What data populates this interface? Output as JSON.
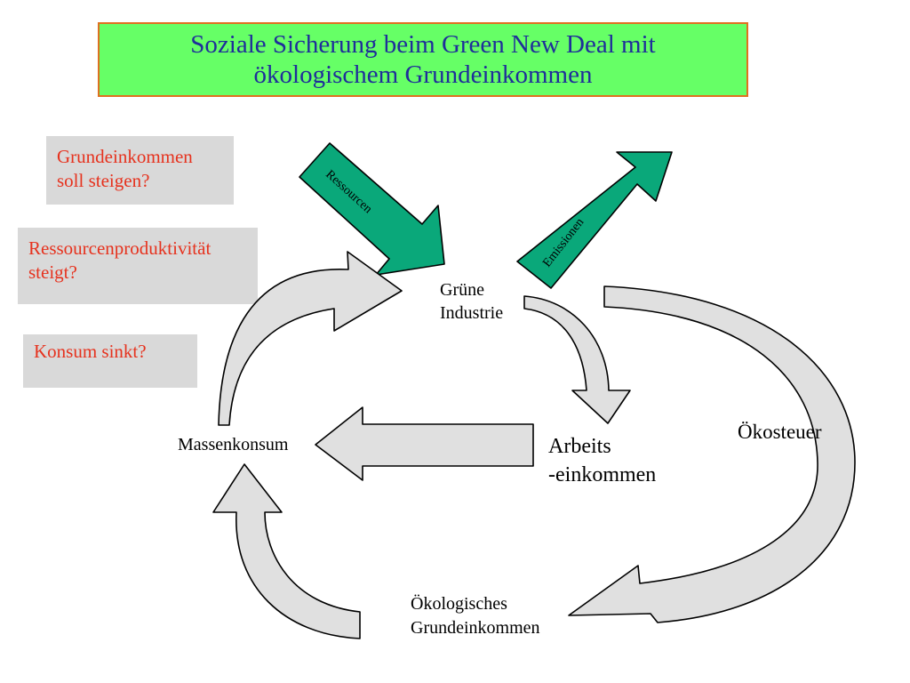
{
  "title": {
    "line1": "Soziale Sicherung beim Green New Deal mit",
    "line2": "ökologischem Grundeinkommen"
  },
  "questions": [
    {
      "line1": "Grundeinkommen",
      "line2": "soll steigen?"
    },
    {
      "line1": "Ressourcenproduktivität",
      "line2": "steigt?"
    },
    {
      "line1": "Konsum sinkt?"
    }
  ],
  "nodes": {
    "gruene_industrie": {
      "line1": "Grüne",
      "line2": "Industrie"
    },
    "massenkonsum": "Massenkonsum",
    "arbeitseinkommen": {
      "line1": "Arbeits",
      "line2": "-einkommen"
    },
    "oekosteuer": "Ökosteuer",
    "oeko_grundeinkommen": {
      "line1": "Ökologisches",
      "line2": "Grundeinkommen"
    }
  },
  "arrows": {
    "ressourcen": "Ressourcen",
    "emissionen": "Emissionen"
  },
  "colors": {
    "title_fill": "#66ff66",
    "title_border": "#e07020",
    "title_text": "#1f2e9a",
    "question_text": "#e6321e",
    "question_box": "#d9d9d9",
    "teal_arrow": "#0aa87a",
    "grey_arrow": "#e0e0e0"
  }
}
